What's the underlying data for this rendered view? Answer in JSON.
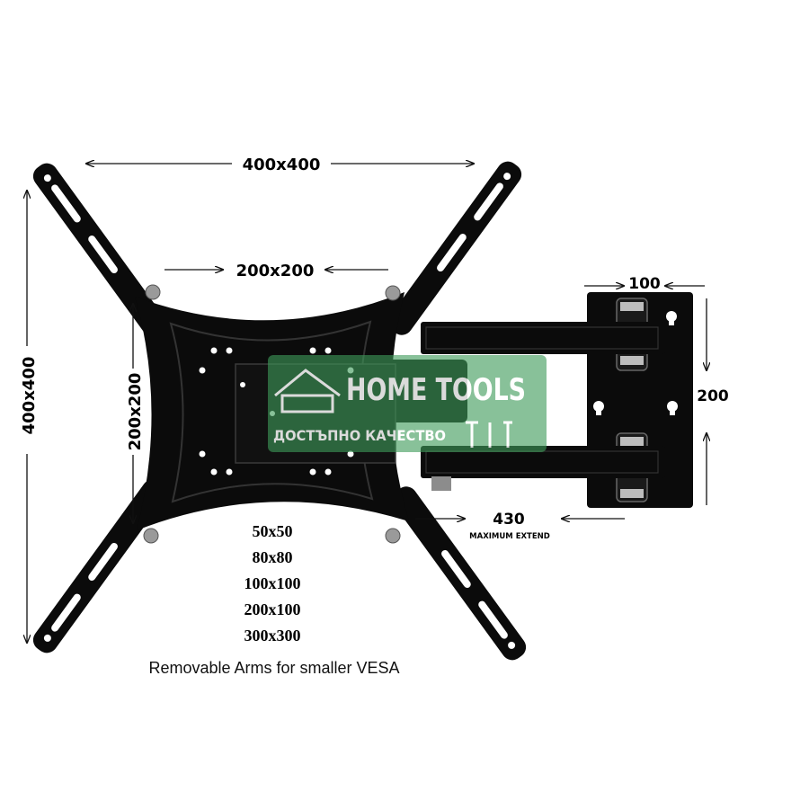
{
  "dimensions": {
    "top_width": "400x400",
    "inner_width": "200x200",
    "left_height": "400x400",
    "inner_height": "200x200",
    "wall_plate_width": "100",
    "wall_plate_height": "200",
    "extend_value": "430",
    "extend_label": "MAXIMUM EXTEND"
  },
  "vesa_sizes": [
    "50x50",
    "80x80",
    "100x100",
    "200x100",
    "300x300"
  ],
  "caption": "Removable Arms for smaller VESA",
  "watermark": {
    "brand": "HOME TOOLS",
    "tagline": "ДОСТЪПНО КАЧЕСТВО",
    "color": "#3f9b5a"
  },
  "colors": {
    "mount": "#0b0b0b",
    "background": "#ffffff"
  }
}
